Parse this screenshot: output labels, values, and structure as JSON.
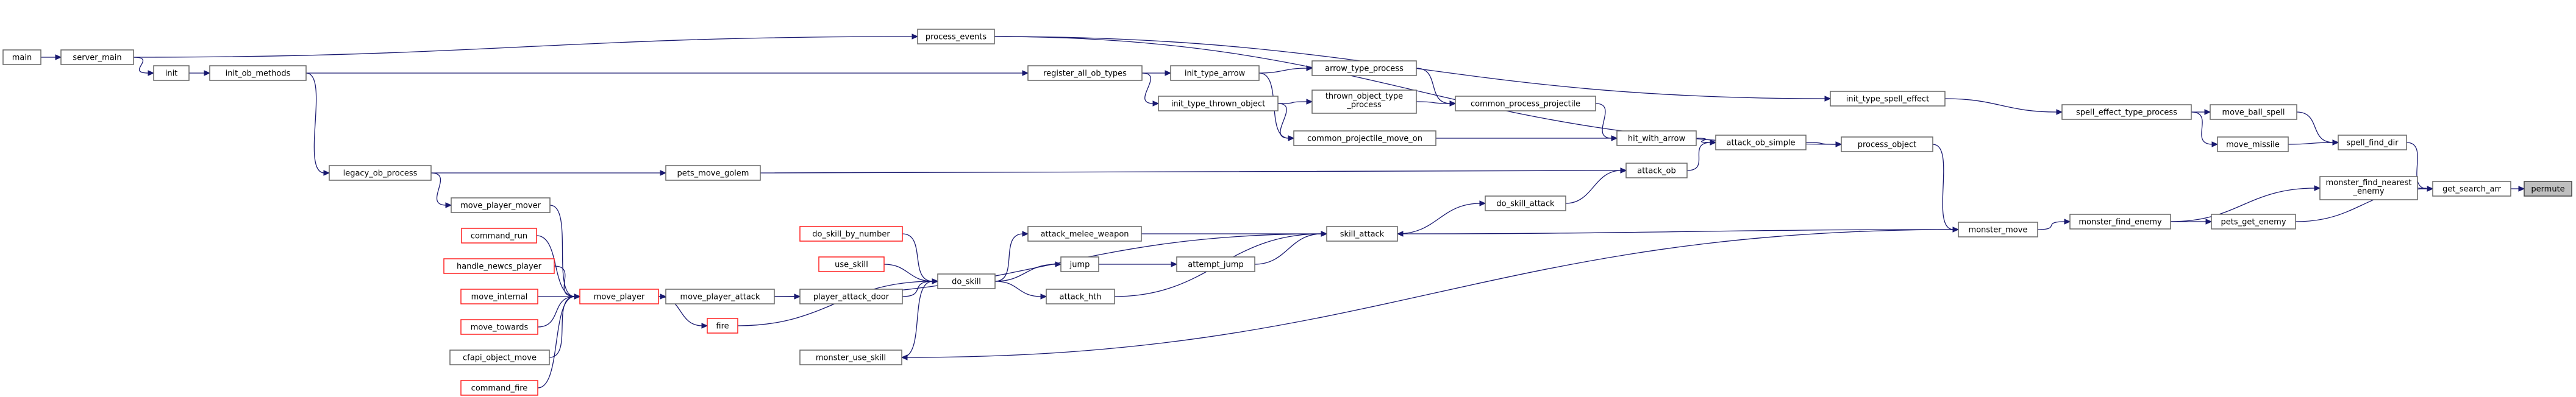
{
  "nodes": [
    {
      "id": "main",
      "lines": [
        "main"
      ],
      "border": "default"
    },
    {
      "id": "server_main",
      "lines": [
        "server_main"
      ],
      "border": "default"
    },
    {
      "id": "init",
      "lines": [
        "init"
      ],
      "border": "default"
    },
    {
      "id": "init_ob_methods",
      "lines": [
        "init_ob_methods"
      ],
      "border": "default"
    },
    {
      "id": "legacy_ob_process",
      "lines": [
        "legacy_ob_process"
      ],
      "border": "default"
    },
    {
      "id": "move_player_mover",
      "lines": [
        "move_player_mover"
      ],
      "border": "default"
    },
    {
      "id": "command_run",
      "lines": [
        "command_run"
      ],
      "border": "red"
    },
    {
      "id": "handle_newcs_player",
      "lines": [
        "handle_newcs_player"
      ],
      "border": "red"
    },
    {
      "id": "move_internal",
      "lines": [
        "move_internal"
      ],
      "border": "red"
    },
    {
      "id": "move_towards",
      "lines": [
        "move_towards"
      ],
      "border": "red"
    },
    {
      "id": "cfapi_object_move",
      "lines": [
        "cfapi_object_move"
      ],
      "border": "default"
    },
    {
      "id": "command_fire",
      "lines": [
        "command_fire"
      ],
      "border": "red"
    },
    {
      "id": "move_player",
      "lines": [
        "move_player"
      ],
      "border": "red"
    },
    {
      "id": "fire",
      "lines": [
        "fire"
      ],
      "border": "red"
    },
    {
      "id": "move_player_attack",
      "lines": [
        "move_player_attack"
      ],
      "border": "default"
    },
    {
      "id": "pets_move_golem",
      "lines": [
        "pets_move_golem"
      ],
      "border": "default"
    },
    {
      "id": "do_skill_by_number",
      "lines": [
        "do_skill_by_number"
      ],
      "border": "red"
    },
    {
      "id": "use_skill",
      "lines": [
        "use_skill"
      ],
      "border": "red"
    },
    {
      "id": "player_attack_door",
      "lines": [
        "player_attack_door"
      ],
      "border": "default"
    },
    {
      "id": "monster_use_skill",
      "lines": [
        "monster_use_skill"
      ],
      "border": "default"
    },
    {
      "id": "do_skill",
      "lines": [
        "do_skill"
      ],
      "border": "default"
    },
    {
      "id": "process_events",
      "lines": [
        "process_events"
      ],
      "border": "default"
    },
    {
      "id": "attack_melee_weapon",
      "lines": [
        "attack_melee_weapon"
      ],
      "border": "default"
    },
    {
      "id": "jump",
      "lines": [
        "jump"
      ],
      "border": "default"
    },
    {
      "id": "attack_hth",
      "lines": [
        "attack_hth"
      ],
      "border": "default"
    },
    {
      "id": "register_all_ob_types",
      "lines": [
        "register_all_ob_types"
      ],
      "border": "default"
    },
    {
      "id": "init_type_arrow",
      "lines": [
        "init_type_arrow"
      ],
      "border": "default"
    },
    {
      "id": "init_type_thrown_object",
      "lines": [
        "init_type_thrown_object"
      ],
      "border": "default"
    },
    {
      "id": "attempt_jump",
      "lines": [
        "attempt_jump"
      ],
      "border": "default"
    },
    {
      "id": "arrow_type_process",
      "lines": [
        "arrow_type_process"
      ],
      "border": "default"
    },
    {
      "id": "thrown_object_type_process",
      "lines": [
        "thrown_object_type",
        "_process"
      ],
      "border": "default"
    },
    {
      "id": "common_projectile_move_on",
      "lines": [
        "common_projectile_move_on"
      ],
      "border": "default"
    },
    {
      "id": "skill_attack",
      "lines": [
        "skill_attack"
      ],
      "border": "default"
    },
    {
      "id": "common_process_projectile",
      "lines": [
        "common_process_projectile"
      ],
      "border": "default"
    },
    {
      "id": "do_skill_attack",
      "lines": [
        "do_skill_attack"
      ],
      "border": "default"
    },
    {
      "id": "hit_with_arrow",
      "lines": [
        "hit_with_arrow"
      ],
      "border": "default"
    },
    {
      "id": "attack_ob",
      "lines": [
        "attack_ob"
      ],
      "border": "default"
    },
    {
      "id": "attack_ob_simple",
      "lines": [
        "attack_ob_simple"
      ],
      "border": "default"
    },
    {
      "id": "init_type_spell_effect",
      "lines": [
        "init_type_spell_effect"
      ],
      "border": "default"
    },
    {
      "id": "process_object",
      "lines": [
        "process_object"
      ],
      "border": "default"
    },
    {
      "id": "monster_move",
      "lines": [
        "monster_move"
      ],
      "border": "default"
    },
    {
      "id": "spell_effect_type_process",
      "lines": [
        "spell_effect_type_process"
      ],
      "border": "default"
    },
    {
      "id": "monster_find_enemy",
      "lines": [
        "monster_find_enemy"
      ],
      "border": "default"
    },
    {
      "id": "move_ball_spell",
      "lines": [
        "move_ball_spell"
      ],
      "border": "default"
    },
    {
      "id": "move_missile",
      "lines": [
        "move_missile"
      ],
      "border": "default"
    },
    {
      "id": "pets_get_enemy",
      "lines": [
        "pets_get_enemy"
      ],
      "border": "default"
    },
    {
      "id": "spell_find_dir",
      "lines": [
        "spell_find_dir"
      ],
      "border": "default"
    },
    {
      "id": "monster_find_nearest_enemy",
      "lines": [
        "monster_find_nearest",
        "_enemy"
      ],
      "border": "default"
    },
    {
      "id": "get_search_arr",
      "lines": [
        "get_search_arr"
      ],
      "border": "default"
    },
    {
      "id": "permute",
      "lines": [
        "permute"
      ],
      "border": "root"
    }
  ],
  "edges": [
    [
      "main",
      "server_main"
    ],
    [
      "server_main",
      "init"
    ],
    [
      "server_main",
      "process_events"
    ],
    [
      "init",
      "init_ob_methods"
    ],
    [
      "init_ob_methods",
      "legacy_ob_process"
    ],
    [
      "init_ob_methods",
      "register_all_ob_types"
    ],
    [
      "legacy_ob_process",
      "pets_move_golem"
    ],
    [
      "move_player_mover",
      "move_player"
    ],
    [
      "command_run",
      "move_player"
    ],
    [
      "handle_newcs_player",
      "move_player"
    ],
    [
      "move_internal",
      "move_player"
    ],
    [
      "move_towards",
      "move_player"
    ],
    [
      "cfapi_object_move",
      "move_player"
    ],
    [
      "command_fire",
      "move_player"
    ],
    [
      "legacy_ob_process",
      "move_player_mover"
    ],
    [
      "move_player",
      "move_player_attack"
    ],
    [
      "move_player",
      "fire"
    ],
    [
      "fire",
      "do_skill"
    ],
    [
      "move_player_attack",
      "player_attack_door"
    ],
    [
      "move_player_attack",
      "skill_attack"
    ],
    [
      "pets_move_golem",
      "attack_ob"
    ],
    [
      "do_skill_by_number",
      "do_skill"
    ],
    [
      "use_skill",
      "do_skill"
    ],
    [
      "player_attack_door",
      "do_skill"
    ],
    [
      "monster_use_skill",
      "do_skill"
    ],
    [
      "do_skill",
      "attack_melee_weapon"
    ],
    [
      "do_skill",
      "jump"
    ],
    [
      "do_skill",
      "attack_hth"
    ],
    [
      "attack_melee_weapon",
      "skill_attack"
    ],
    [
      "jump",
      "attempt_jump"
    ],
    [
      "attempt_jump",
      "skill_attack"
    ],
    [
      "attack_hth",
      "skill_attack"
    ],
    [
      "process_events",
      "process_object"
    ],
    [
      "process_events",
      "init_type_spell_effect"
    ],
    [
      "register_all_ob_types",
      "init_type_arrow"
    ],
    [
      "register_all_ob_types",
      "init_type_thrown_object"
    ],
    [
      "init_type_arrow",
      "arrow_type_process"
    ],
    [
      "init_type_arrow",
      "common_projectile_move_on"
    ],
    [
      "init_type_thrown_object",
      "thrown_object_type_process"
    ],
    [
      "init_type_thrown_object",
      "common_projectile_move_on"
    ],
    [
      "arrow_type_process",
      "common_process_projectile"
    ],
    [
      "thrown_object_type_process",
      "common_process_projectile"
    ],
    [
      "common_projectile_move_on",
      "hit_with_arrow"
    ],
    [
      "common_process_projectile",
      "hit_with_arrow"
    ],
    [
      "skill_attack",
      "do_skill_attack"
    ],
    [
      "do_skill_attack",
      "attack_ob"
    ],
    [
      "hit_with_arrow",
      "attack_ob_simple"
    ],
    [
      "attack_ob",
      "attack_ob_simple"
    ],
    [
      "attack_ob_simple",
      "process_object"
    ],
    [
      "process_object",
      "monster_move"
    ],
    [
      "monster_move",
      "skill_attack"
    ],
    [
      "monster_move",
      "monster_use_skill"
    ],
    [
      "monster_move",
      "monster_find_enemy"
    ],
    [
      "init_type_spell_effect",
      "spell_effect_type_process"
    ],
    [
      "spell_effect_type_process",
      "move_ball_spell"
    ],
    [
      "spell_effect_type_process",
      "move_missile"
    ],
    [
      "monster_find_enemy",
      "monster_find_nearest_enemy"
    ],
    [
      "monster_find_enemy",
      "pets_get_enemy"
    ],
    [
      "move_ball_spell",
      "spell_find_dir"
    ],
    [
      "move_missile",
      "spell_find_dir"
    ],
    [
      "pets_get_enemy",
      "get_search_arr"
    ],
    [
      "spell_find_dir",
      "get_search_arr"
    ],
    [
      "monster_find_nearest_enemy",
      "get_search_arr"
    ],
    [
      "get_search_arr",
      "permute"
    ]
  ]
}
